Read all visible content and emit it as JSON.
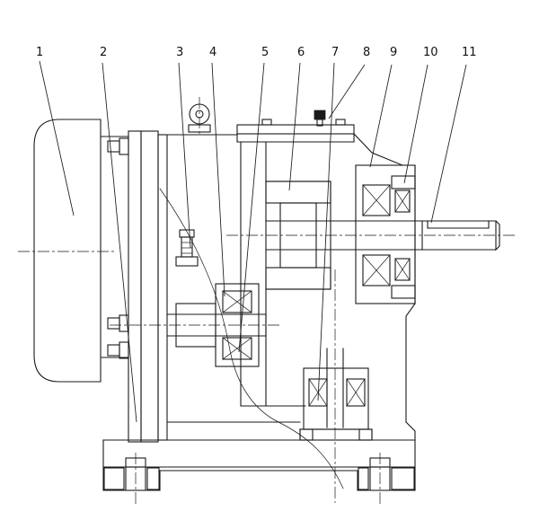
{
  "figure": {
    "kind": "sectional-assembly-drawing",
    "subject": "gear-reducer-cross-section",
    "colors": {
      "line": "#1a1a1a",
      "background": "#ffffff"
    }
  },
  "callouts": [
    {
      "label": "1"
    },
    {
      "label": "2"
    },
    {
      "label": "3"
    },
    {
      "label": "4"
    },
    {
      "label": "5"
    },
    {
      "label": "6"
    },
    {
      "label": "7"
    },
    {
      "label": "8"
    },
    {
      "label": "9"
    },
    {
      "label": "10"
    },
    {
      "label": "11"
    }
  ]
}
